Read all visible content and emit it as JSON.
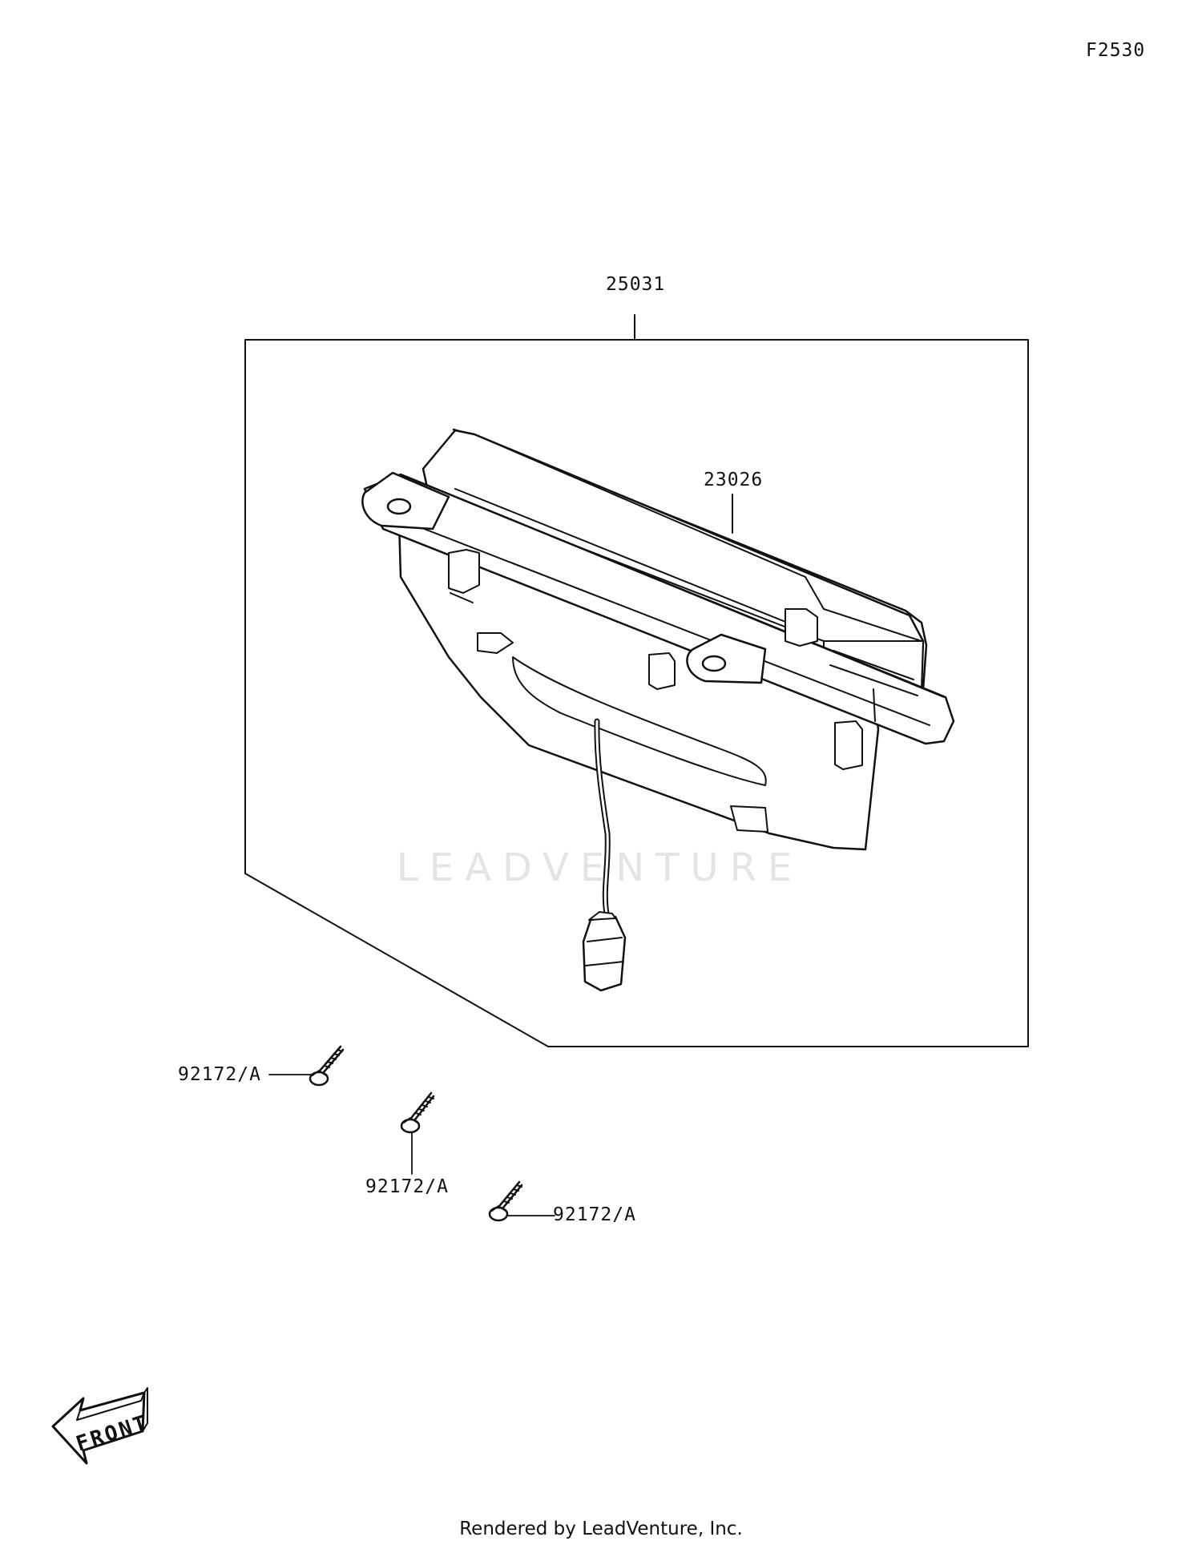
{
  "figure_code": "F2530",
  "callouts": {
    "assembly": "25031",
    "meter": "23026",
    "screw_1": "92172/A",
    "screw_2": "92172/A",
    "screw_3": "92172/A"
  },
  "front_indicator": "FRONT",
  "watermark": "LEADVENTURE",
  "footer": "Rendered by LeadVenture, Inc."
}
